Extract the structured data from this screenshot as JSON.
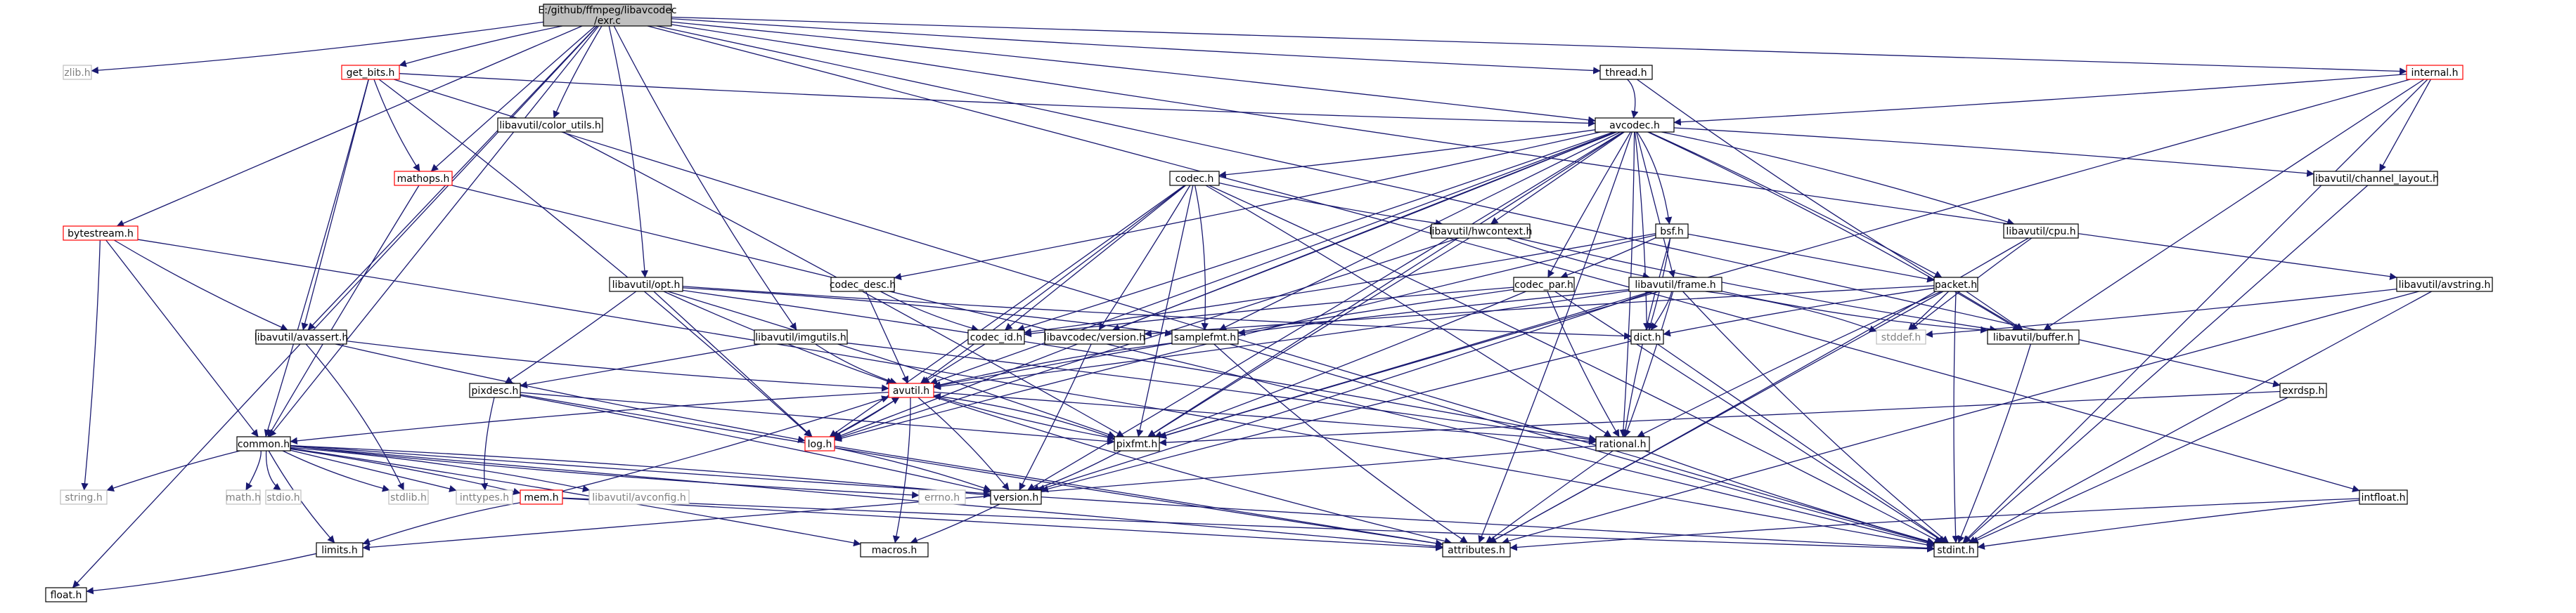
{
  "graph": {
    "root": "E:/github/ffmpeg/libavcodec/exr.c",
    "colors": {
      "edge": "#191970",
      "node_border": "#000000",
      "missing_border": "#bfbfbf",
      "trunc_border": "#ff0000",
      "root_fill": "#bfbfbf",
      "label": "#000000",
      "missing_label": "#808080"
    },
    "nodes": [
      {
        "id": "exr",
        "lines": [
          "E:/github/ffmpeg/libavcodec",
          "/exr.c"
        ],
        "kind": "root"
      },
      {
        "id": "zlib",
        "lines": [
          "zlib.h"
        ],
        "kind": "missing"
      },
      {
        "id": "float",
        "lines": [
          "float.h"
        ],
        "kind": "normal"
      },
      {
        "id": "bytestream",
        "lines": [
          "bytestream.h"
        ],
        "kind": "truncated"
      },
      {
        "id": "get_bits",
        "lines": [
          "get_bits.h"
        ],
        "kind": "truncated"
      },
      {
        "id": "mathops",
        "lines": [
          "mathops.h"
        ],
        "kind": "truncated"
      },
      {
        "id": "color_utils",
        "lines": [
          "libavutil/color_utils.h"
        ],
        "kind": "normal"
      },
      {
        "id": "thread",
        "lines": [
          "thread.h"
        ],
        "kind": "normal"
      },
      {
        "id": "internal",
        "lines": [
          "internal.h"
        ],
        "kind": "truncated"
      },
      {
        "id": "avcodec",
        "lines": [
          "avcodec.h"
        ],
        "kind": "normal"
      },
      {
        "id": "codec",
        "lines": [
          "codec.h"
        ],
        "kind": "normal"
      },
      {
        "id": "hwcontext",
        "lines": [
          "libavutil/hwcontext.h"
        ],
        "kind": "normal"
      },
      {
        "id": "chlayout",
        "lines": [
          "libavutil/channel_layout.h"
        ],
        "kind": "normal"
      },
      {
        "id": "bsf",
        "lines": [
          "bsf.h"
        ],
        "kind": "normal"
      },
      {
        "id": "codec_desc",
        "lines": [
          "codec_desc.h"
        ],
        "kind": "normal"
      },
      {
        "id": "codec_par",
        "lines": [
          "codec_par.h"
        ],
        "kind": "normal"
      },
      {
        "id": "frame",
        "lines": [
          "libavutil/frame.h"
        ],
        "kind": "normal"
      },
      {
        "id": "packet",
        "lines": [
          "packet.h"
        ],
        "kind": "normal"
      },
      {
        "id": "cpu",
        "lines": [
          "libavutil/cpu.h"
        ],
        "kind": "normal"
      },
      {
        "id": "avstring",
        "lines": [
          "libavutil/avstring.h"
        ],
        "kind": "normal"
      },
      {
        "id": "opt",
        "lines": [
          "libavutil/opt.h"
        ],
        "kind": "normal"
      },
      {
        "id": "imgutils",
        "lines": [
          "libavutil/imgutils.h"
        ],
        "kind": "normal"
      },
      {
        "id": "avassert",
        "lines": [
          "libavutil/avassert.h"
        ],
        "kind": "normal"
      },
      {
        "id": "codec_id",
        "lines": [
          "codec_id.h"
        ],
        "kind": "normal"
      },
      {
        "id": "version_c",
        "lines": [
          "libavcodec/version.h"
        ],
        "kind": "normal"
      },
      {
        "id": "samplefmt",
        "lines": [
          "samplefmt.h"
        ],
        "kind": "normal"
      },
      {
        "id": "dict",
        "lines": [
          "dict.h"
        ],
        "kind": "normal"
      },
      {
        "id": "stddef",
        "lines": [
          "stddef.h"
        ],
        "kind": "missing"
      },
      {
        "id": "buffer",
        "lines": [
          "libavutil/buffer.h"
        ],
        "kind": "normal"
      },
      {
        "id": "pixdesc",
        "lines": [
          "pixdesc.h"
        ],
        "kind": "normal"
      },
      {
        "id": "avutil",
        "lines": [
          "avutil.h"
        ],
        "kind": "truncated"
      },
      {
        "id": "exrdsp",
        "lines": [
          "exrdsp.h"
        ],
        "kind": "normal"
      },
      {
        "id": "common",
        "lines": [
          "common.h"
        ],
        "kind": "normal"
      },
      {
        "id": "log",
        "lines": [
          "log.h"
        ],
        "kind": "truncated"
      },
      {
        "id": "pixfmt",
        "lines": [
          "pixfmt.h"
        ],
        "kind": "normal"
      },
      {
        "id": "rational",
        "lines": [
          "rational.h"
        ],
        "kind": "normal"
      },
      {
        "id": "string",
        "lines": [
          "string.h"
        ],
        "kind": "missing"
      },
      {
        "id": "math",
        "lines": [
          "math.h"
        ],
        "kind": "missing"
      },
      {
        "id": "stdio",
        "lines": [
          "stdio.h"
        ],
        "kind": "missing"
      },
      {
        "id": "stdlib",
        "lines": [
          "stdlib.h"
        ],
        "kind": "missing"
      },
      {
        "id": "inttypes",
        "lines": [
          "inttypes.h"
        ],
        "kind": "missing"
      },
      {
        "id": "mem",
        "lines": [
          "mem.h"
        ],
        "kind": "truncated"
      },
      {
        "id": "avconfig",
        "lines": [
          "libavutil/avconfig.h"
        ],
        "kind": "missing"
      },
      {
        "id": "errno",
        "lines": [
          "errno.h"
        ],
        "kind": "missing"
      },
      {
        "id": "version_u",
        "lines": [
          "version.h"
        ],
        "kind": "normal"
      },
      {
        "id": "intfloat",
        "lines": [
          "intfloat.h"
        ],
        "kind": "normal"
      },
      {
        "id": "limits",
        "lines": [
          "limits.h"
        ],
        "kind": "normal"
      },
      {
        "id": "macros",
        "lines": [
          "macros.h"
        ],
        "kind": "normal"
      },
      {
        "id": "attributes",
        "lines": [
          "attributes.h"
        ],
        "kind": "normal"
      },
      {
        "id": "stdint",
        "lines": [
          "stdint.h"
        ],
        "kind": "normal"
      }
    ],
    "edges": [
      [
        "exr",
        "zlib"
      ],
      [
        "exr",
        "float"
      ],
      [
        "exr",
        "bytestream"
      ],
      [
        "exr",
        "get_bits"
      ],
      [
        "exr",
        "mathops"
      ],
      [
        "exr",
        "color_utils"
      ],
      [
        "exr",
        "thread"
      ],
      [
        "exr",
        "internal"
      ],
      [
        "exr",
        "avcodec"
      ],
      [
        "exr",
        "opt"
      ],
      [
        "exr",
        "imgutils"
      ],
      [
        "exr",
        "avassert"
      ],
      [
        "exr",
        "common"
      ],
      [
        "exr",
        "exrdsp"
      ],
      [
        "exr",
        "intfloat"
      ],
      [
        "exr",
        "avstring"
      ],
      [
        "bytestream",
        "avassert"
      ],
      [
        "bytestream",
        "common"
      ],
      [
        "bytestream",
        "string"
      ],
      [
        "bytestream",
        "stdint"
      ],
      [
        "get_bits",
        "avcodec"
      ],
      [
        "get_bits",
        "mathops"
      ],
      [
        "get_bits",
        "avassert"
      ],
      [
        "get_bits",
        "common"
      ],
      [
        "get_bits",
        "log"
      ],
      [
        "get_bits",
        "stdint"
      ],
      [
        "mathops",
        "common"
      ],
      [
        "mathops",
        "stdint"
      ],
      [
        "color_utils",
        "pixfmt"
      ],
      [
        "thread",
        "avcodec"
      ],
      [
        "thread",
        "buffer"
      ],
      [
        "internal",
        "avcodec"
      ],
      [
        "internal",
        "chlayout"
      ],
      [
        "internal",
        "buffer"
      ],
      [
        "internal",
        "pixfmt"
      ],
      [
        "internal",
        "stdint"
      ],
      [
        "avcodec",
        "codec"
      ],
      [
        "avcodec",
        "hwcontext"
      ],
      [
        "avcodec",
        "chlayout"
      ],
      [
        "avcodec",
        "bsf"
      ],
      [
        "avcodec",
        "codec_desc"
      ],
      [
        "avcodec",
        "codec_par"
      ],
      [
        "avcodec",
        "frame"
      ],
      [
        "avcodec",
        "packet"
      ],
      [
        "avcodec",
        "cpu"
      ],
      [
        "avcodec",
        "codec_id"
      ],
      [
        "avcodec",
        "version_c"
      ],
      [
        "avcodec",
        "samplefmt"
      ],
      [
        "avcodec",
        "dict"
      ],
      [
        "avcodec",
        "buffer"
      ],
      [
        "avcodec",
        "avutil"
      ],
      [
        "avcodec",
        "log"
      ],
      [
        "avcodec",
        "pixfmt"
      ],
      [
        "avcodec",
        "rational"
      ],
      [
        "avcodec",
        "attributes"
      ],
      [
        "avcodec",
        "version_u"
      ],
      [
        "codec",
        "hwcontext"
      ],
      [
        "codec",
        "codec_id"
      ],
      [
        "codec",
        "version_c"
      ],
      [
        "codec",
        "samplefmt"
      ],
      [
        "codec",
        "avutil"
      ],
      [
        "codec",
        "log"
      ],
      [
        "codec",
        "pixfmt"
      ],
      [
        "codec",
        "rational"
      ],
      [
        "codec",
        "stdint"
      ],
      [
        "hwcontext",
        "buffer"
      ],
      [
        "hwcontext",
        "frame"
      ],
      [
        "hwcontext",
        "log"
      ],
      [
        "hwcontext",
        "pixfmt"
      ],
      [
        "chlayout",
        "stdint"
      ],
      [
        "bsf",
        "codec_id"
      ],
      [
        "bsf",
        "codec_par"
      ],
      [
        "bsf",
        "packet"
      ],
      [
        "bsf",
        "dict"
      ],
      [
        "bsf",
        "log"
      ],
      [
        "bsf",
        "rational"
      ],
      [
        "codec_desc",
        "codec_id"
      ],
      [
        "codec_desc",
        "avutil"
      ],
      [
        "codec_par",
        "codec_id"
      ],
      [
        "codec_par",
        "avutil"
      ],
      [
        "codec_par",
        "pixfmt"
      ],
      [
        "codec_par",
        "rational"
      ],
      [
        "codec_par",
        "stdint"
      ],
      [
        "frame",
        "samplefmt"
      ],
      [
        "frame",
        "dict"
      ],
      [
        "frame",
        "buffer"
      ],
      [
        "frame",
        "avutil"
      ],
      [
        "frame",
        "pixfmt"
      ],
      [
        "frame",
        "rational"
      ],
      [
        "frame",
        "stddef"
      ],
      [
        "frame",
        "stdint"
      ],
      [
        "frame",
        "version_u"
      ],
      [
        "packet",
        "buffer"
      ],
      [
        "packet",
        "dict"
      ],
      [
        "packet",
        "rational"
      ],
      [
        "packet",
        "stddef"
      ],
      [
        "packet",
        "stdint"
      ],
      [
        "packet",
        "attributes"
      ],
      [
        "packet",
        "version_c"
      ],
      [
        "cpu",
        "stddef"
      ],
      [
        "cpu",
        "attributes"
      ],
      [
        "avstring",
        "stddef"
      ],
      [
        "avstring",
        "stdint"
      ],
      [
        "avstring",
        "attributes"
      ],
      [
        "opt",
        "samplefmt"
      ],
      [
        "opt",
        "dict"
      ],
      [
        "opt",
        "avutil"
      ],
      [
        "opt",
        "log"
      ],
      [
        "opt",
        "pixfmt"
      ],
      [
        "opt",
        "rational"
      ],
      [
        "opt",
        "pixdesc"
      ],
      [
        "imgutils",
        "avutil"
      ],
      [
        "imgutils",
        "pixdesc"
      ],
      [
        "imgutils",
        "rational"
      ],
      [
        "avassert",
        "stdlib"
      ],
      [
        "avassert",
        "avutil"
      ],
      [
        "avassert",
        "log"
      ],
      [
        "codec_id",
        "avutil"
      ],
      [
        "version_c",
        "version_u"
      ],
      [
        "samplefmt",
        "avutil"
      ],
      [
        "samplefmt",
        "attributes"
      ],
      [
        "samplefmt",
        "stdint"
      ],
      [
        "dict",
        "stdint"
      ],
      [
        "dict",
        "version_u"
      ],
      [
        "buffer",
        "stdint"
      ],
      [
        "pixdesc",
        "inttypes"
      ],
      [
        "pixdesc",
        "attributes"
      ],
      [
        "pixdesc",
        "pixfmt"
      ],
      [
        "pixdesc",
        "version_u"
      ],
      [
        "avutil",
        "common"
      ],
      [
        "avutil",
        "log"
      ],
      [
        "avutil",
        "pixfmt"
      ],
      [
        "avutil",
        "rational"
      ],
      [
        "avutil",
        "version_u"
      ],
      [
        "avutil",
        "macros"
      ],
      [
        "avutil",
        "attributes"
      ],
      [
        "exrdsp",
        "stdint"
      ],
      [
        "exrdsp",
        "pixfmt"
      ],
      [
        "common",
        "string"
      ],
      [
        "common",
        "math"
      ],
      [
        "common",
        "stdio"
      ],
      [
        "common",
        "stdlib"
      ],
      [
        "common",
        "inttypes"
      ],
      [
        "common",
        "mem"
      ],
      [
        "common",
        "avconfig"
      ],
      [
        "common",
        "errno"
      ],
      [
        "common",
        "limits"
      ],
      [
        "common",
        "attributes"
      ],
      [
        "common",
        "macros"
      ],
      [
        "common",
        "version_u"
      ],
      [
        "common",
        "stdint"
      ],
      [
        "log",
        "avutil"
      ],
      [
        "log",
        "attributes"
      ],
      [
        "log",
        "version_u"
      ],
      [
        "pixfmt",
        "avutil"
      ],
      [
        "pixfmt",
        "version_u"
      ],
      [
        "rational",
        "stdint"
      ],
      [
        "rational",
        "limits"
      ],
      [
        "rational",
        "attributes"
      ],
      [
        "mem",
        "limits"
      ],
      [
        "mem",
        "avutil"
      ],
      [
        "mem",
        "stdint"
      ],
      [
        "mem",
        "attributes"
      ],
      [
        "intfloat",
        "stdint"
      ],
      [
        "intfloat",
        "attributes"
      ],
      [
        "limits",
        "float"
      ],
      [
        "version_u",
        "macros"
      ]
    ]
  }
}
